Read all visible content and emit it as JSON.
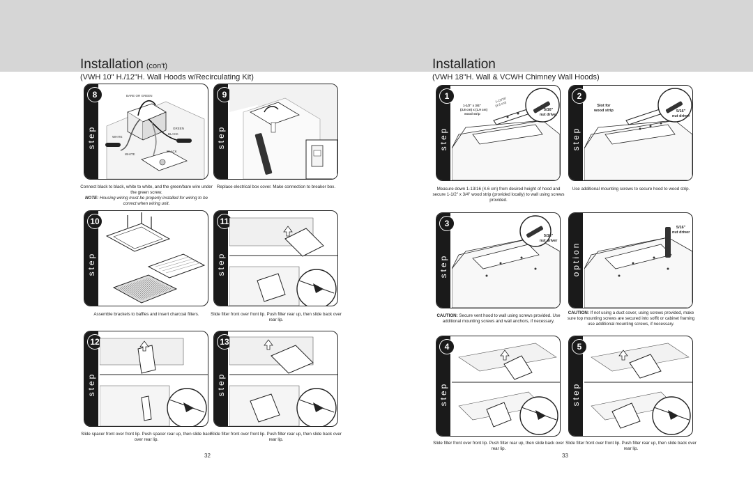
{
  "left_page": {
    "title": "Installation",
    "title_suffix": "(con't)",
    "subtitle": "(VWH 10\" H./12\"H. Wall Hoods w/Recirculating Kit)",
    "page_number": "32",
    "steps": [
      {
        "number": "8",
        "word": "step",
        "labels": [
          "BARE OR GREEN",
          "GREEN",
          "WHITE",
          "BLACK",
          "WHITE",
          "BLACK"
        ],
        "caption": "Connect black to black, white to white, and the green/bare wire under the green screw.",
        "note_label": "NOTE:",
        "note": "Housing wiring must be properly installed for wiring to be correct when wiring unit."
      },
      {
        "number": "9",
        "word": "step",
        "caption": "Replace electrical box cover. Make connection to breaker box."
      },
      {
        "number": "10",
        "word": "step",
        "caption": "Assemble brackets to baffles and insert charcoal filters."
      },
      {
        "number": "11",
        "word": "step",
        "caption": "Slide filter front over front lip. Push filter rear up, then slide back over rear lip."
      },
      {
        "number": "12",
        "word": "step",
        "caption": "Slide spacer front over front lip. Push spacer rear up, then slide back over rear lip."
      },
      {
        "number": "13",
        "word": "step",
        "caption": "Slide filter front over front lip. Push filter rear up, then slide back over rear lip."
      }
    ]
  },
  "right_page": {
    "title": "Installation",
    "subtitle": "(VWH 18\"H. Wall & VCWH Chimney Wall Hoods)",
    "page_number": "33",
    "steps": [
      {
        "number": "1",
        "word": "step",
        "labels": [
          "1-1/2\" x 3/4\"",
          "(3.8 cm) x (1.9 cm)",
          "wood strip",
          "1-13/16\"",
          "(4.6 cm)",
          "5/16\"",
          "nut driver"
        ],
        "caption": "Measure down 1-13/16 (4.6 cm) from desired height of hood and secure 1-1/2\" x 3/4\" wood strip (provided locally) to wall using screws provided."
      },
      {
        "number": "2",
        "word": "step",
        "labels": [
          "Slot for",
          "wood strip",
          "5/16\"",
          "nut driver"
        ],
        "caption": "Use additional mounting screws to secure hood to wood strip."
      },
      {
        "number": "3",
        "word": "step",
        "labels": [
          "5/16\"",
          "nut driver"
        ],
        "caption_label": "CAUTION:",
        "caption": "Secure vent hood to wall using screws provided. Use additional mounting screws and wall anchors, if necessary."
      },
      {
        "number": "",
        "word": "option",
        "labels": [
          "5/16\"",
          "nut driver"
        ],
        "caption_label": "CAUTION:",
        "caption": "If not using a duct cover, using screws provided, make sure top mounting screws are secured into soffit or cabinet framing use additional mounting screws, if necessary."
      },
      {
        "number": "4",
        "word": "step",
        "caption": "Slide filter front over front lip. Push filter rear up, then slide back over rear lip."
      },
      {
        "number": "5",
        "word": "step",
        "caption": "Slide filter front over front lip. Push filter rear up, then slide back over rear lip."
      }
    ]
  }
}
